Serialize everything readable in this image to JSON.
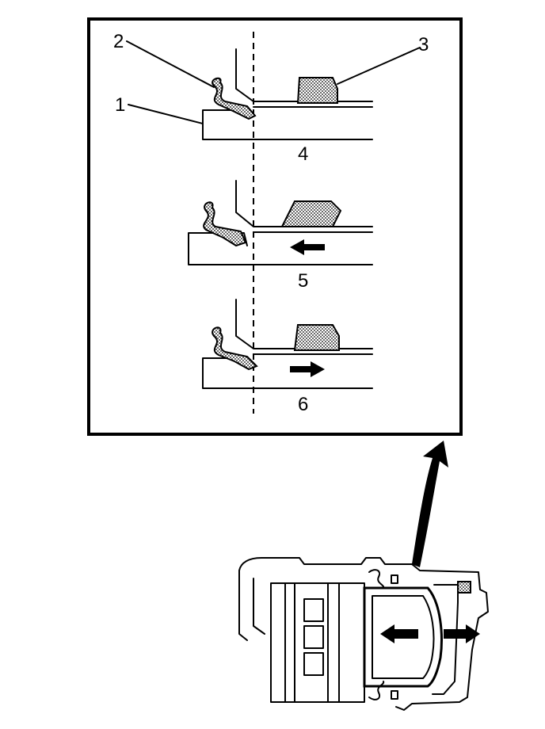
{
  "callouts": {
    "boot": "2",
    "piston": "1",
    "seal": "3"
  },
  "steps": [
    {
      "label": "4",
      "arrow": "none"
    },
    {
      "label": "5",
      "arrow": "left"
    },
    {
      "label": "6",
      "arrow": "right"
    }
  ],
  "colors": {
    "line": "#000000",
    "background": "#ffffff"
  }
}
